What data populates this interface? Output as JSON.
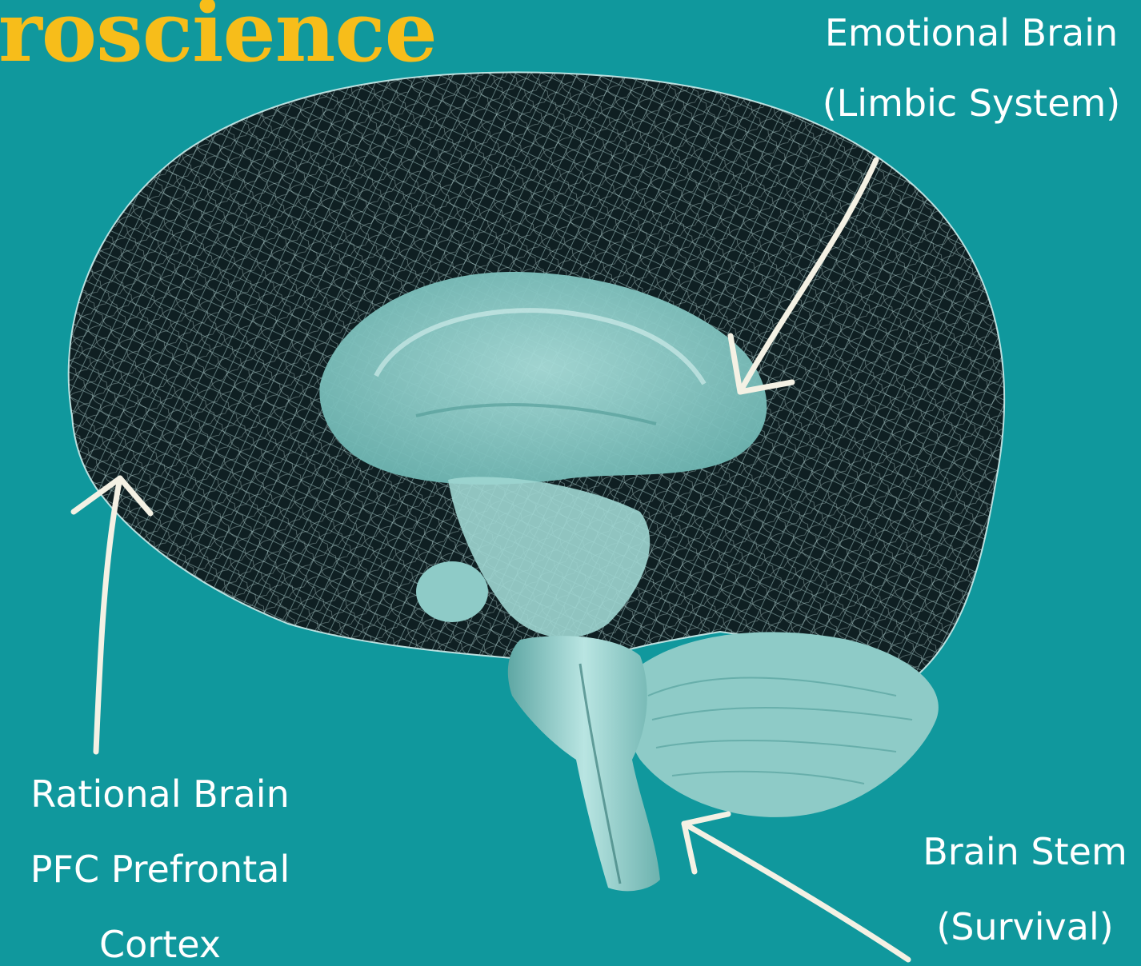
{
  "title": "roscience",
  "labels": {
    "emotional_line1": "Emotional Brain",
    "emotional_line2": "(Limbic System)",
    "rational_line1": "Rational Brain",
    "rational_line2": "PFC Prefrontal",
    "rational_line3": "Cortex",
    "stem_line1": "Brain Stem",
    "stem_line2": "(Survival)"
  },
  "colors": {
    "background": "#10989d",
    "title": "#f7bd1a",
    "label_text": "#ffffff",
    "arrow": "#f4f1e4",
    "brain_dark": "#0f1f22",
    "brain_mesh": "#bfe8e6",
    "brain_inner": "#8fcfcb"
  }
}
